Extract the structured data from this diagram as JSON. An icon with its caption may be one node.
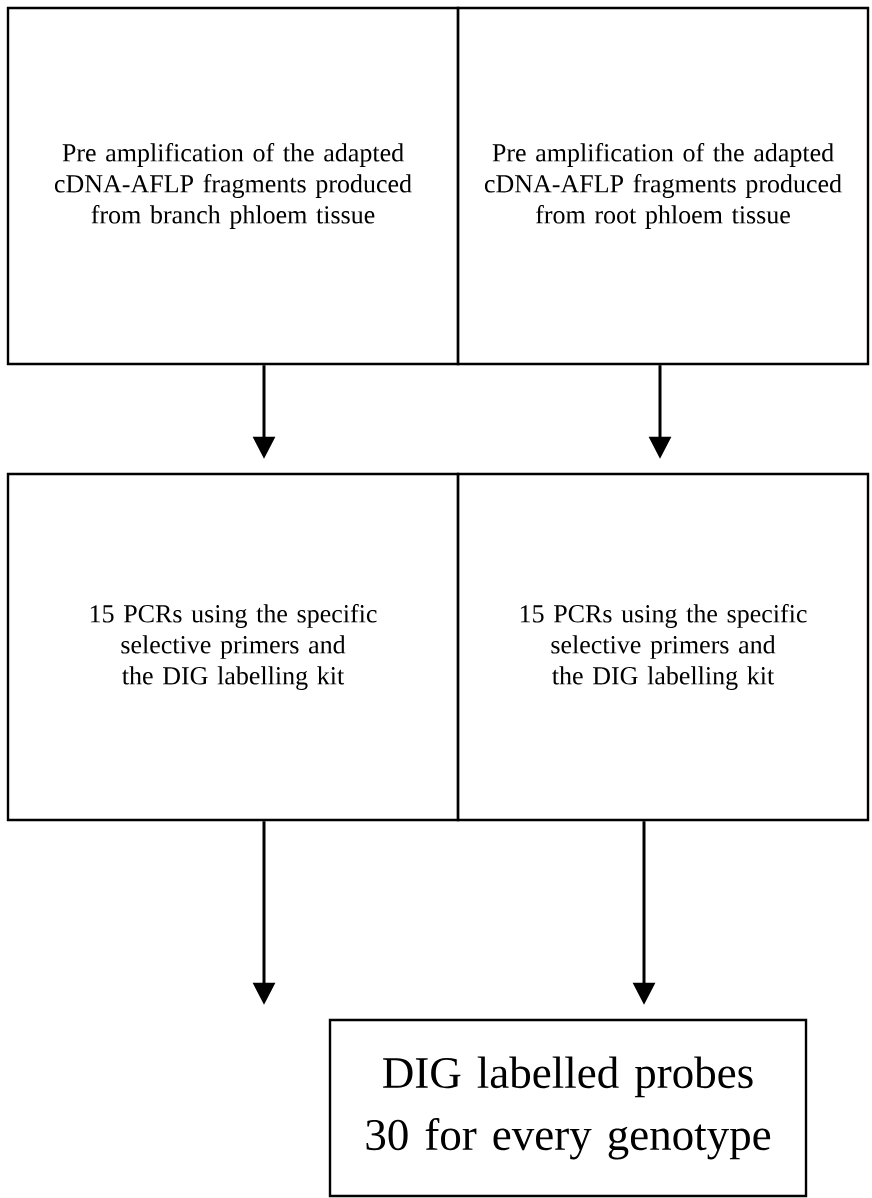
{
  "diagram": {
    "nodes": [
      {
        "text": [
          "Pre amplification of the adapted cDNA-AFLP fragments produced from branch phloem tissue"
        ]
      },
      {
        "text": [
          "Pre amplification of the adapted cDNA-AFLP fragments produced from root phloem tissue"
        ]
      },
      {
        "text": [
          "15 PCRs using the specific selective primers and the DIG labelling kit"
        ]
      },
      {
        "text": [
          "15 PCRs using the specific selective primers and the DIG labelling kit"
        ]
      },
      {
        "text": [
          "DIG labelled probes 30 for every genotype"
        ]
      }
    ],
    "edges": [
      {
        "from": 0,
        "to": 2,
        "arrow": "to"
      },
      {
        "from": 1,
        "to": 3,
        "arrow": "to"
      },
      {
        "from": 2,
        "to": 4,
        "arrow": "to"
      },
      {
        "from": 3,
        "to": 4,
        "arrow": "to"
      }
    ]
  }
}
